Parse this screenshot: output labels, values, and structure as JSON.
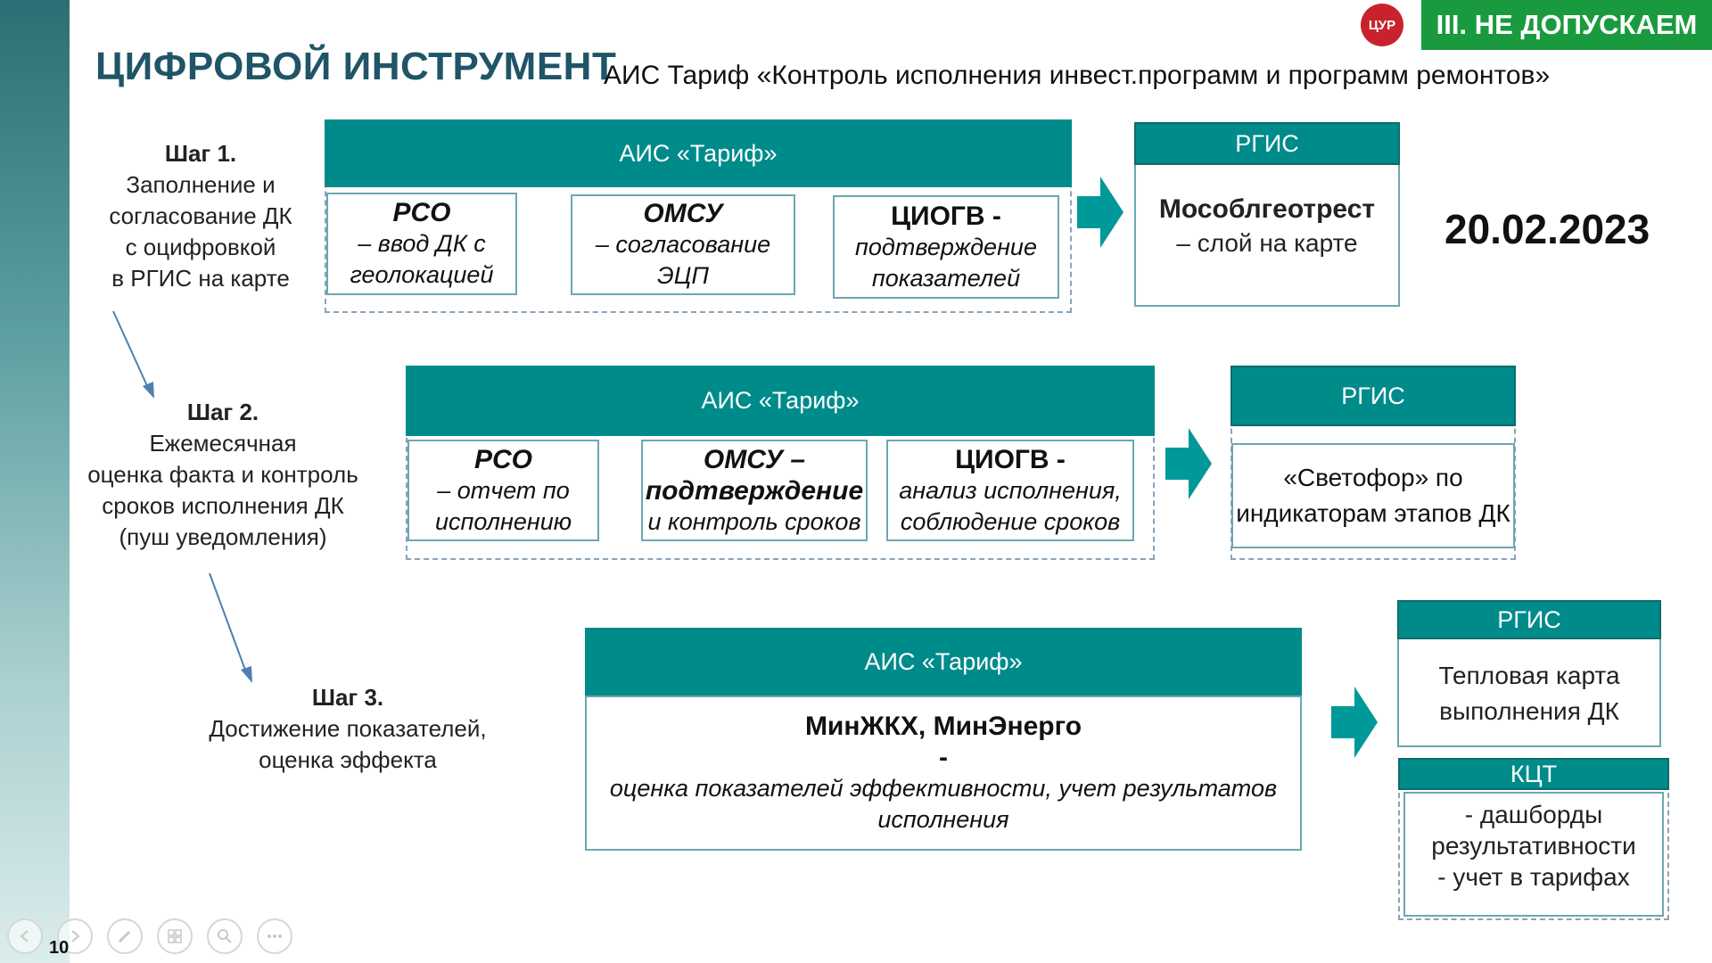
{
  "header": {
    "title": "ЦИФРОВОЙ ИНСТРУМЕНТ",
    "subtitle": "АИС Тариф «Контроль исполнения инвест.программ и программ ремонтов»",
    "logo": "ЦУР",
    "chapter": "III. НЕ ДОПУСКАЕМ"
  },
  "date": "20.02.2023",
  "steps": [
    {
      "title": "Шаг 1.",
      "lines": [
        "Заполнение и",
        "согласование ДК",
        "с оцифровкой",
        "в РГИС на карте"
      ],
      "ais": {
        "header": "АИС «Тариф»",
        "boxes": [
          {
            "title": "РСО",
            "text1": "– ввод ДК с",
            "text2": "геолокацией"
          },
          {
            "title": "ОМСУ",
            "text1": "– согласование ЭЦП"
          },
          {
            "title": "ЦИОГВ -",
            "text1": "подтверждение",
            "text2": "показателей"
          }
        ]
      },
      "rgis": {
        "header": "РГИС",
        "title": "Мособлгеотрест",
        "text": "– слой на карте"
      }
    },
    {
      "title": "Шаг 2.",
      "lines": [
        "Ежемесячная",
        "оценка факта и контроль",
        "сроков исполнения ДК",
        "(пуш уведомления)"
      ],
      "ais": {
        "header": "АИС «Тариф»",
        "boxes": [
          {
            "title": "РСО",
            "text1": "– отчет по",
            "text2": "исполнению"
          },
          {
            "title": "ОМСУ –",
            "title2": "подтверждение",
            "text1": "и контроль сроков"
          },
          {
            "title": "ЦИОГВ -",
            "text1": "анализ исполнения,",
            "text2": "соблюдение сроков"
          }
        ]
      },
      "rgis": {
        "header": "РГИС",
        "text1": "«Светофор» по",
        "text2": "индикаторам этапов ДК"
      }
    },
    {
      "title": "Шаг 3.",
      "lines": [
        "Достижение показателей,",
        "оценка эффекта"
      ],
      "ais": {
        "header": "АИС «Тариф»",
        "box": {
          "title": "МинЖКХ, МинЭнерго",
          "dash": "-",
          "text1": "оценка показателей эффективности, учет результатов",
          "text2": "исполнения"
        }
      },
      "rgis": {
        "header": "РГИС",
        "text1": "Тепловая карта",
        "text2": "выполнения ДК"
      },
      "kct": {
        "header": "КЦТ",
        "line1": "- дашборды",
        "line2": "результативности",
        "line3": "- учет в тарифах"
      }
    }
  ],
  "footer": {
    "page_number": "10"
  },
  "colors": {
    "teal": "#008b8b",
    "title": "#1f5566",
    "green_badge": "#1a9a3e",
    "red_badge": "#c8232c"
  }
}
